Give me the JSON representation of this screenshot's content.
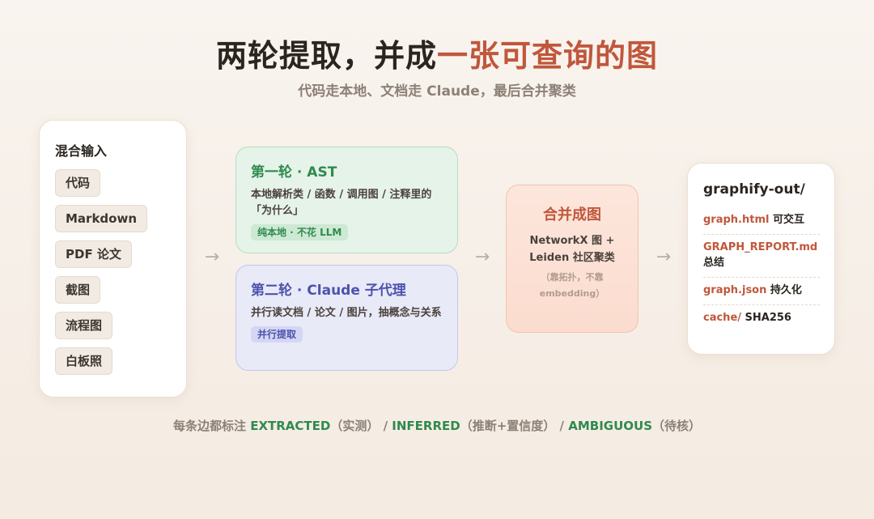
{
  "header": {
    "title_plain": "两轮提取，并成",
    "title_accent": "一张可查询的图",
    "subtitle": "代码走本地、文档走 Claude，最后合并聚类"
  },
  "input": {
    "heading": "混合输入",
    "items": [
      "代码",
      "Markdown",
      "PDF 论文",
      "截图",
      "流程图",
      "白板照"
    ]
  },
  "arrows": [
    "→",
    "→",
    "→"
  ],
  "round1": {
    "title": "第一轮 · AST",
    "desc": "本地解析类 / 函数 / 调用图 / 注释里的「为什么」",
    "tag": "纯本地 · 不花 LLM"
  },
  "round2": {
    "title": "第二轮 · Claude 子代理",
    "desc": "并行读文档 / 论文 / 图片，抽概念与关系",
    "tag": "并行提取"
  },
  "merge": {
    "title": "合并成图",
    "desc": "NetworkX 图 + Leiden 社区聚类",
    "note": "（靠拓扑，不靠 embedding）"
  },
  "output": {
    "heading": "graphify-out/",
    "items": [
      {
        "file": "graph.html",
        "desc": " 可交互"
      },
      {
        "file": "GRAPH_REPORT.md",
        "desc": " 总结"
      },
      {
        "file": "graph.json",
        "desc": " 持久化"
      },
      {
        "file": "cache/",
        "desc": " SHA256"
      }
    ]
  },
  "footer": {
    "prefix": "每条边都标注 ",
    "label1": "EXTRACTED",
    "note1": "（实测） / ",
    "label2": "INFERRED",
    "note2": "（推断+置信度） / ",
    "label3": "AMBIGUOUS",
    "note3": "（待核）"
  },
  "colors": {
    "accent": "#c0573b",
    "green": "#2f8a4e",
    "indigo": "#4d52ad"
  }
}
